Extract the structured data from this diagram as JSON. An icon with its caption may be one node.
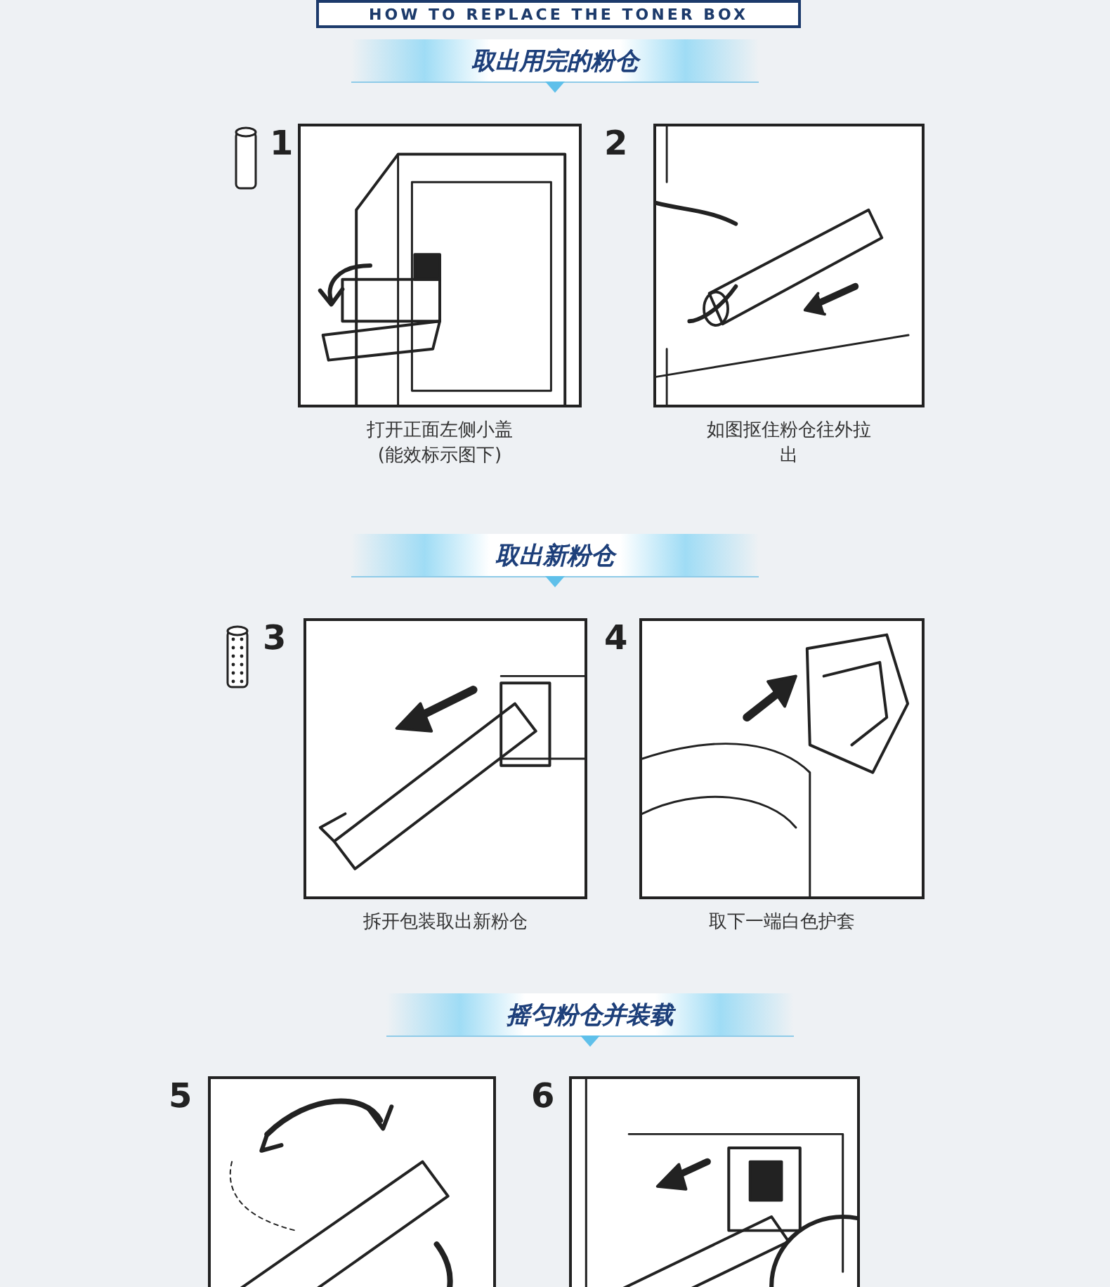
{
  "diagram": {
    "title": "HOW TO REPLACE THE TONER BOX",
    "nodes": [
      {
        "text": [
          "取出用完的粉仓"
        ]
      },
      {
        "text": [
          "1",
          "打开正面左侧小盖(能效标示图下)"
        ]
      },
      {
        "text": [
          "2",
          "如图抠住粉仓往外拉出"
        ]
      },
      {
        "text": [
          "取出新粉仓"
        ]
      },
      {
        "text": [
          "3",
          "拆开包装取出新粉仓"
        ]
      },
      {
        "text": [
          "4",
          "取下一端白色护套"
        ]
      },
      {
        "text": [
          "摇匀粉仓并装载"
        ]
      },
      {
        "text": [
          "5"
        ]
      },
      {
        "text": [
          "6"
        ]
      }
    ]
  }
}
